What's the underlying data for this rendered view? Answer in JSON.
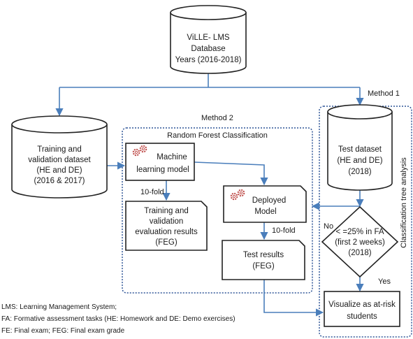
{
  "database": {
    "lines": [
      "ViLLE- LMS",
      "Database",
      "Years (2016-2018)"
    ]
  },
  "methods": {
    "method1": "Method 1",
    "method2": "Method 2"
  },
  "random_forest": {
    "title": "Random Forest Classification"
  },
  "classification_tree": {
    "title": "Classification tree analysis"
  },
  "training_dataset": {
    "lines": [
      "Training and",
      "validation dataset",
      "(HE and DE)",
      "(2016 & 2017)"
    ]
  },
  "ml_model": {
    "lines": [
      "Machine",
      "learning model"
    ]
  },
  "deployed_model": {
    "lines": [
      "Deployed",
      "Model"
    ]
  },
  "training_results": {
    "lines": [
      "Training and",
      "validation",
      "evaluation results",
      "(FEG)"
    ]
  },
  "test_results": {
    "lines": [
      "Test results",
      "(FEG)"
    ]
  },
  "test_dataset": {
    "lines": [
      "Test dataset",
      "(HE and DE)",
      "(2018)"
    ]
  },
  "decision": {
    "lines": [
      "< =25% in FA",
      "(first 2 weeks)",
      "(2018)"
    ]
  },
  "visualize": {
    "lines": [
      "Visualize as at-risk",
      "students"
    ]
  },
  "edge_labels": {
    "ten_fold_1": "10-fold",
    "ten_fold_2": "10-fold",
    "no": "No",
    "yes": "Yes"
  },
  "legend": {
    "lines": [
      "LMS: Learning Management System;",
      "FA: Formative assessment  tasks (HE: Homework and DE: Demo exercises)",
      "FE: Final exam; FEG: Final exam grade"
    ]
  },
  "colors": {
    "line": "#4a7ebb",
    "box_stroke": "#222222",
    "gear": "#c0504d",
    "dotted": "#2f5597"
  }
}
